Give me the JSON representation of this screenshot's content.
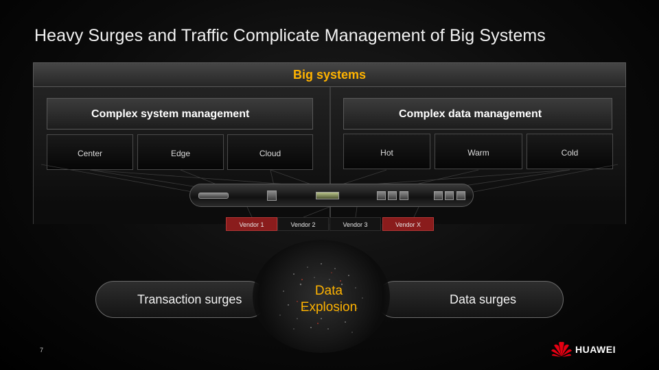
{
  "slide": {
    "title": "Heavy Surges and Traffic Complicate Management of Big Systems",
    "big_systems": "Big systems",
    "system_mgmt": {
      "title": "Complex system management",
      "items": [
        "Center",
        "Edge",
        "Cloud"
      ]
    },
    "data_mgmt": {
      "title": "Complex data management",
      "items": [
        "Hot",
        "Warm",
        "Cold"
      ]
    },
    "vendors": [
      "Vendor 1",
      "Vendor 2",
      "Vendor 3",
      "Vendor X"
    ],
    "transaction_surges": "Transaction surges",
    "data_surges": "Data surges",
    "data_explosion_line1": "Data",
    "data_explosion_line2": "Explosion",
    "page_number": "7",
    "brand": "HUAWEI"
  },
  "colors": {
    "accent": "#ffb300",
    "vendor_highlight": "#8a1c1c",
    "brand_red": "#e60012"
  }
}
